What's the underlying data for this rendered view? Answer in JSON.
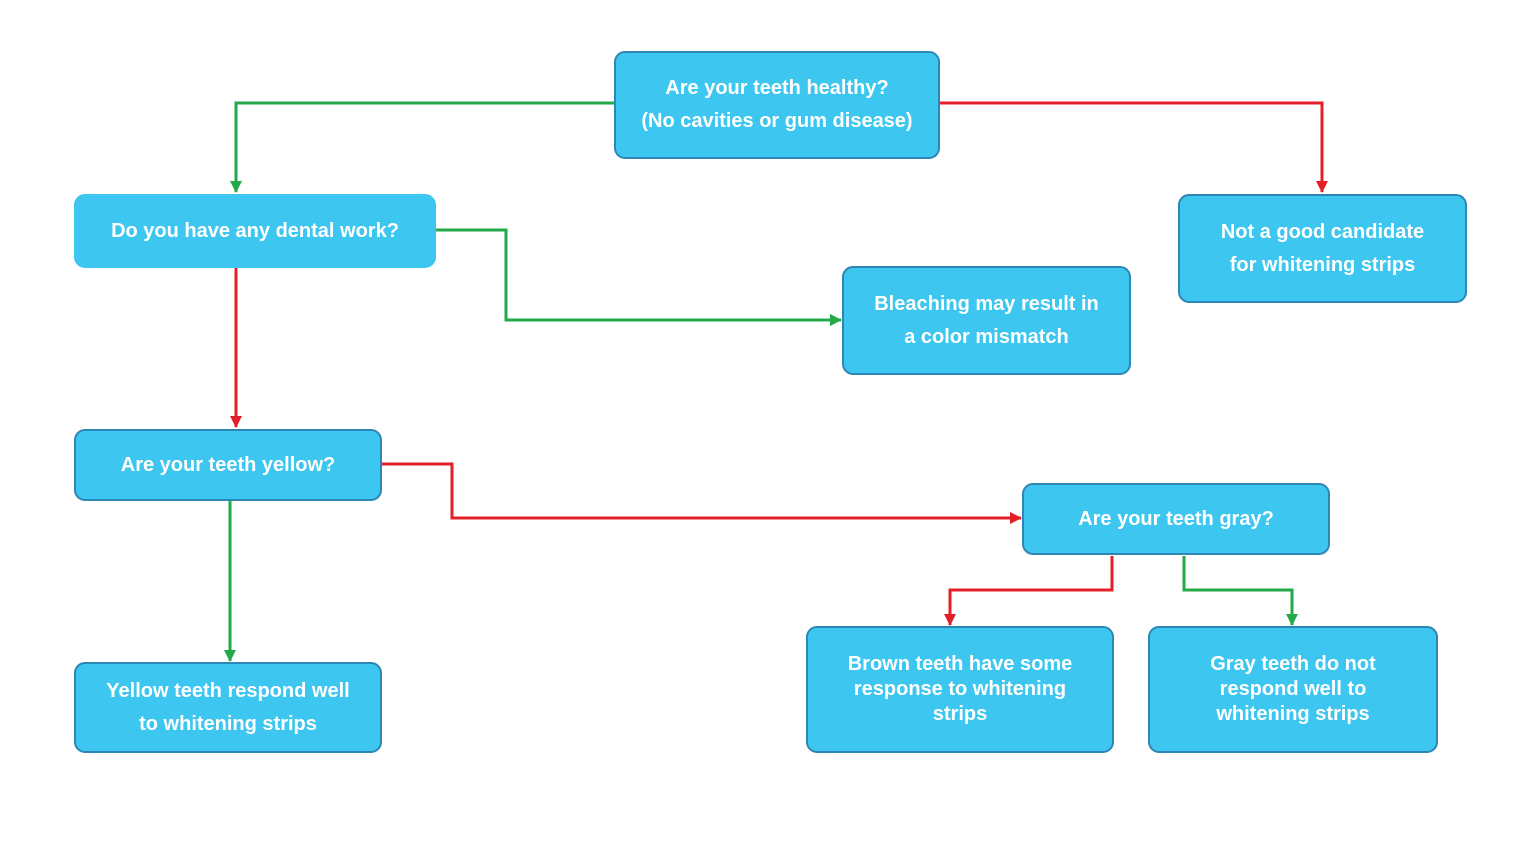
{
  "colors": {
    "node_fill": "#3cc6f0",
    "node_border": "#2e86b4",
    "node_text": "#ffffff",
    "yes_line": "#22aa4a",
    "no_line": "#e3202a"
  },
  "nodes": {
    "healthy": {
      "lines": [
        "Are your teeth healthy?",
        "(No cavities or gum disease)"
      ]
    },
    "dental_work": {
      "lines": [
        "Do you have any dental work?"
      ]
    },
    "not_candidate": {
      "lines": [
        "Not a good candidate",
        "for whitening strips"
      ]
    },
    "mismatch": {
      "lines": [
        "Bleaching may result in",
        "a color mismatch"
      ]
    },
    "yellow": {
      "lines": [
        "Are your teeth yellow?"
      ]
    },
    "gray": {
      "lines": [
        "Are your teeth gray?"
      ]
    },
    "yellow_result": {
      "lines": [
        "Yellow teeth respond well",
        "to whitening strips"
      ]
    },
    "brown_result": {
      "lines": [
        "Brown teeth have some",
        "response to whitening",
        "strips"
      ]
    },
    "gray_result": {
      "lines": [
        "Gray teeth do not",
        "respond well to",
        "whitening strips"
      ]
    }
  }
}
